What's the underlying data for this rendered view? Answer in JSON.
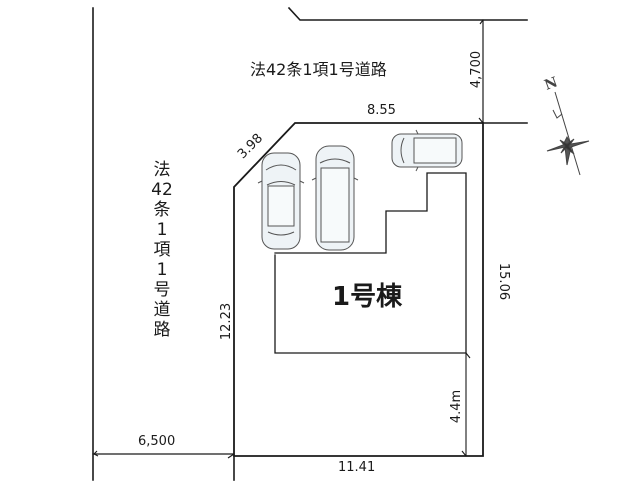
{
  "diagram": {
    "type": "site_plan",
    "roads": {
      "north": {
        "label": "法42条1項1号道路",
        "width": "4,700"
      },
      "west": {
        "label": "法42条1項1号道路",
        "width": "6,500"
      }
    },
    "lot": {
      "frontage_north": "8.55",
      "corner_cut": "3.98",
      "west_side": "12.23",
      "east_side": "15.06",
      "south_side": "11.41"
    },
    "building": {
      "label": "1号棟",
      "setback_south": "4.4m"
    },
    "parking": {
      "cars": [
        {
          "name": "sedan",
          "orientation": "vertical"
        },
        {
          "name": "minivan",
          "orientation": "vertical"
        },
        {
          "name": "compact",
          "orientation": "horizontal"
        }
      ]
    },
    "compass": {
      "label": "N",
      "icon": "north-arrow-compass-rose"
    },
    "colors": {
      "line": "#1a1a1a",
      "car_fill": "#eef3f6",
      "car_line": "#555555",
      "background": "#ffffff"
    }
  }
}
